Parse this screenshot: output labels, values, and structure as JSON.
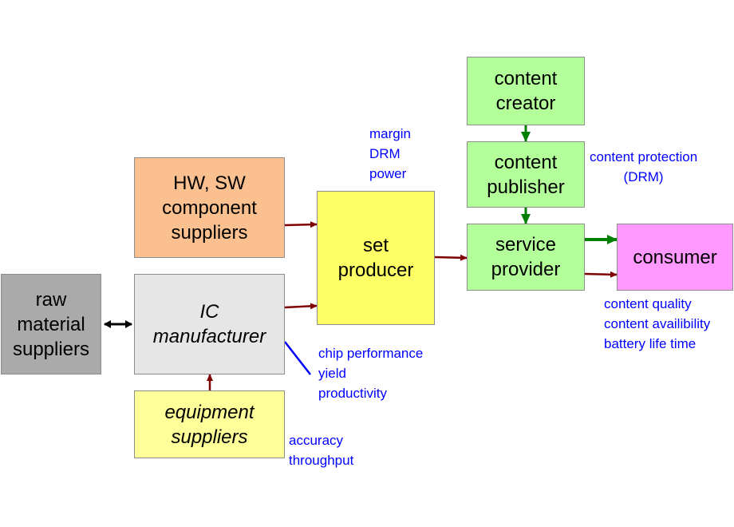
{
  "nodes": {
    "raw_material": {
      "lines": [
        "raw",
        "material",
        "suppliers"
      ],
      "color": "#aaaaaa"
    },
    "ic_manufacturer": {
      "lines": [
        "IC",
        "manufacturer"
      ],
      "color": "#e6e6e6"
    },
    "hw_sw": {
      "lines": [
        "HW, SW",
        "component",
        "suppliers"
      ],
      "color": "#fac090"
    },
    "equipment": {
      "lines": [
        "equipment",
        "suppliers"
      ],
      "color": "#ffff99"
    },
    "set_producer": {
      "lines": [
        "set",
        "producer"
      ],
      "color": "#ffff66"
    },
    "content_creator": {
      "lines": [
        "content",
        "creator"
      ],
      "color": "#b3ff99"
    },
    "content_publisher": {
      "lines": [
        "content",
        "publisher"
      ],
      "color": "#b3ff99"
    },
    "service_provider": {
      "lines": [
        "service",
        "provider"
      ],
      "color": "#b3ff99"
    },
    "consumer": {
      "lines": [
        "consumer"
      ],
      "color": "#ff99ff"
    }
  },
  "notes": {
    "set_producer": [
      "margin",
      "DRM",
      "power"
    ],
    "content_publisher": [
      "content protection",
      "(DRM)"
    ],
    "consumer": [
      "content quality",
      "content availibility",
      "battery life time"
    ],
    "ic_manufacturer": [
      "chip performance",
      "yield",
      "productivity"
    ],
    "equipment": [
      "accuracy",
      "throughput"
    ]
  },
  "colors": {
    "supply_arrow": "#7f0000",
    "content_arrow": "#008000",
    "bidirectional_arrow": "#000000",
    "note_line": "#0000ff",
    "note_text": "#0000ff"
  }
}
